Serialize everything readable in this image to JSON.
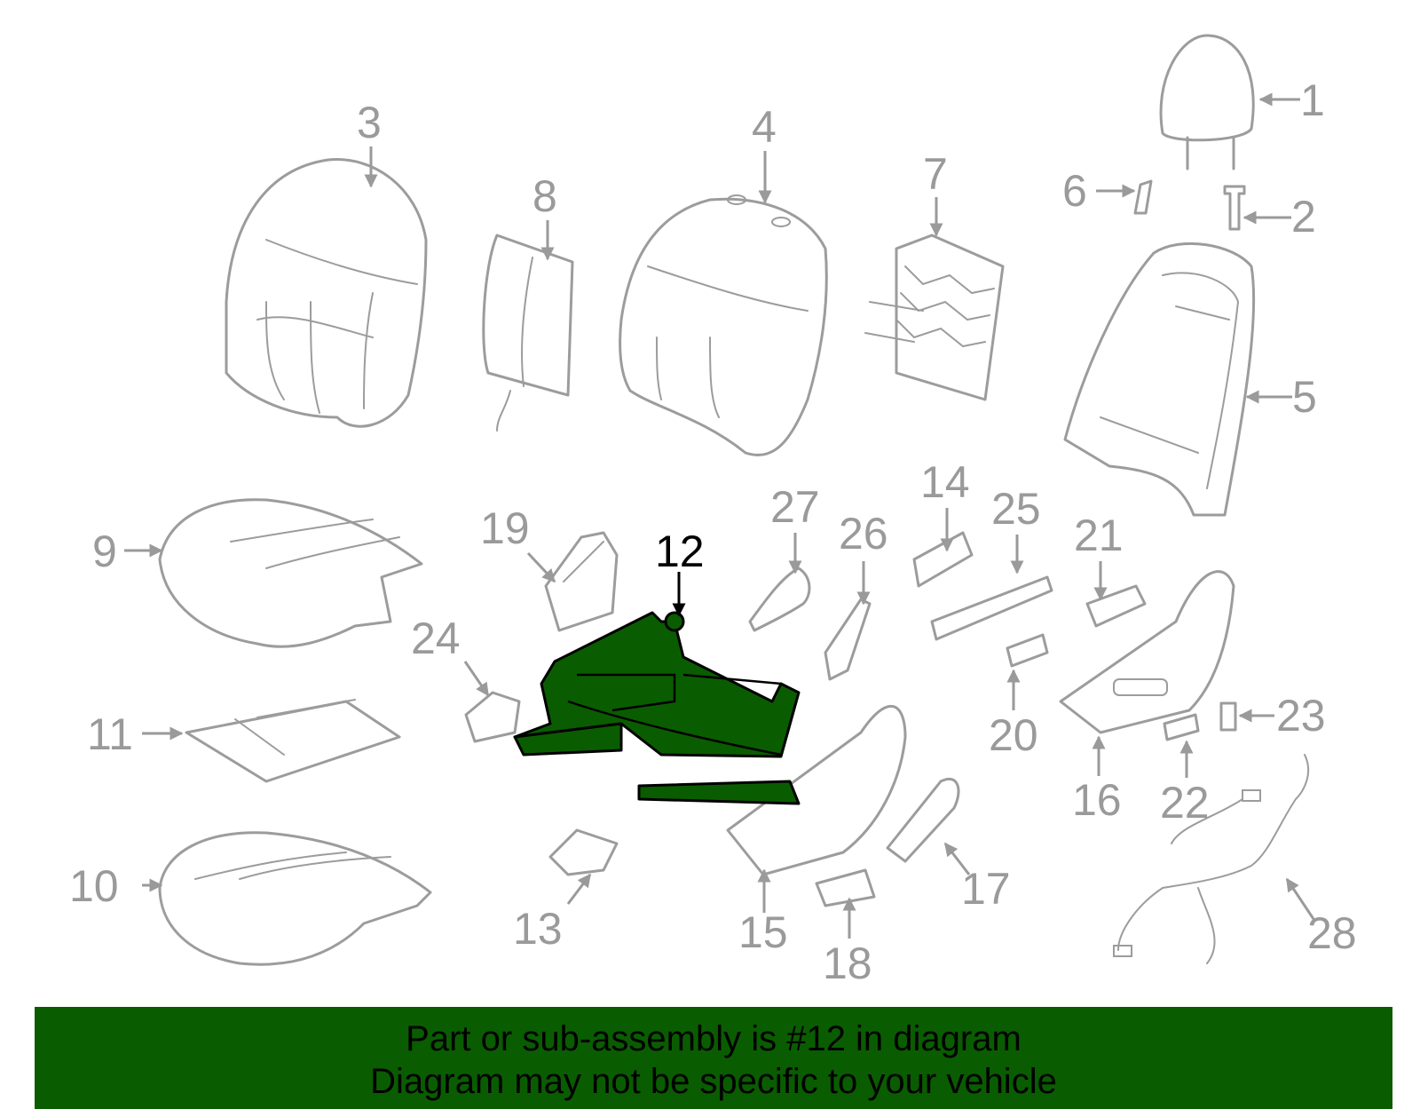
{
  "highlight_part": "12",
  "callouts": [
    {
      "id": "1",
      "text": "1"
    },
    {
      "id": "2",
      "text": "2"
    },
    {
      "id": "3",
      "text": "3"
    },
    {
      "id": "4",
      "text": "4"
    },
    {
      "id": "5",
      "text": "5"
    },
    {
      "id": "6",
      "text": "6"
    },
    {
      "id": "7",
      "text": "7"
    },
    {
      "id": "8",
      "text": "8"
    },
    {
      "id": "9",
      "text": "9"
    },
    {
      "id": "10",
      "text": "10"
    },
    {
      "id": "11",
      "text": "11"
    },
    {
      "id": "12",
      "text": "12"
    },
    {
      "id": "13",
      "text": "13"
    },
    {
      "id": "14",
      "text": "14"
    },
    {
      "id": "15",
      "text": "15"
    },
    {
      "id": "16",
      "text": "16"
    },
    {
      "id": "17",
      "text": "17"
    },
    {
      "id": "18",
      "text": "18"
    },
    {
      "id": "19",
      "text": "19"
    },
    {
      "id": "20",
      "text": "20"
    },
    {
      "id": "21",
      "text": "21"
    },
    {
      "id": "22",
      "text": "22"
    },
    {
      "id": "23",
      "text": "23"
    },
    {
      "id": "24",
      "text": "24"
    },
    {
      "id": "25",
      "text": "25"
    },
    {
      "id": "26",
      "text": "26"
    },
    {
      "id": "27",
      "text": "27"
    },
    {
      "id": "28",
      "text": "28"
    }
  ],
  "banner": {
    "line1": "Part or sub-assembly is #12 in diagram",
    "line2": "Diagram may not be specific to your vehicle"
  },
  "colors": {
    "highlight": "#0a5c00",
    "banner": "#0a5c00",
    "parts_outline": "#9c9c9c",
    "labels": "#9a9a9a"
  }
}
